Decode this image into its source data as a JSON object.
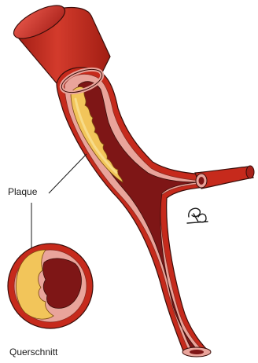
{
  "labels": {
    "plaque": "Plaque",
    "cross_section": "Querschnitt"
  },
  "colors": {
    "vessel_outer": "#c62a1c",
    "vessel_shadow": "#9e1b12",
    "vessel_highlight": "#e8574a",
    "vessel_wall": "#e9a49b",
    "lumen_blood": "#7e1616",
    "plaque": "#f2c55a",
    "plaque_light": "#f7dc8a",
    "outline": "#3a0e0a"
  },
  "icons": {
    "signature": "signature-mark"
  }
}
